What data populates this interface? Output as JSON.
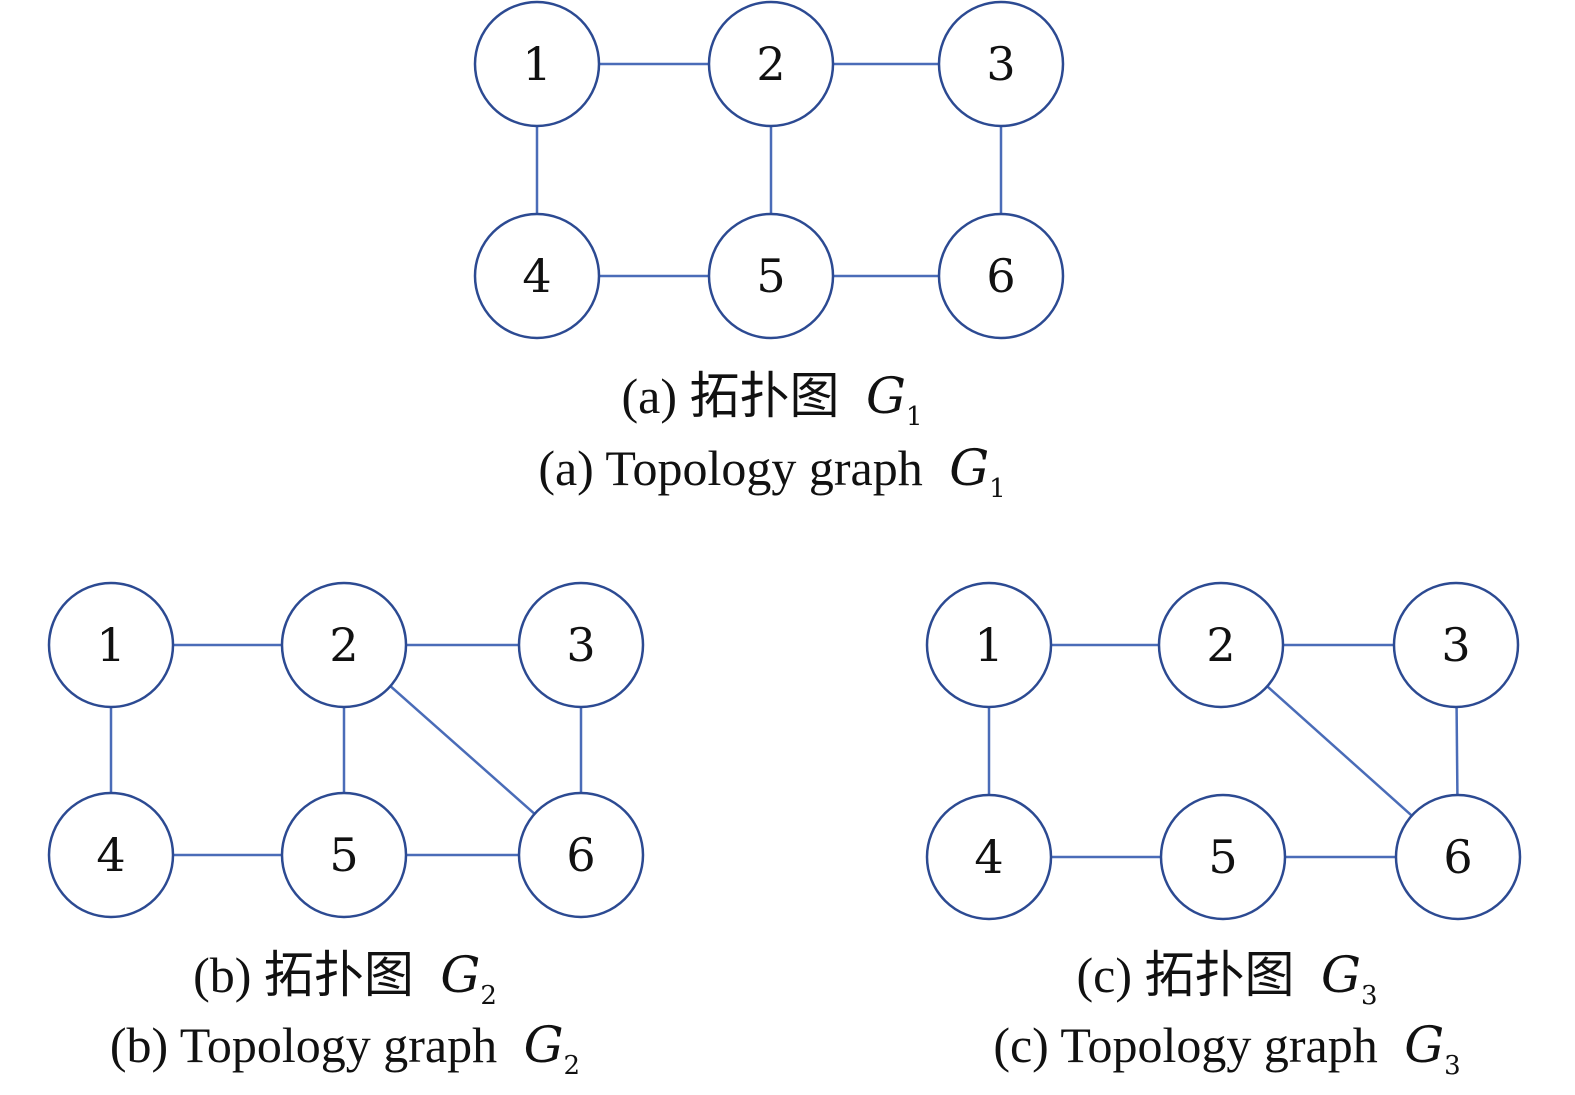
{
  "graphs": [
    {
      "id": "g1",
      "caption_cn": {
        "prefix": "(a) 拓扑图",
        "symbol": "G",
        "subscript": "1"
      },
      "caption_en": {
        "prefix": "(a) Topology graph",
        "symbol": "G",
        "subscript": "1"
      },
      "nodes": [
        {
          "id": 1,
          "label": "1"
        },
        {
          "id": 2,
          "label": "2"
        },
        {
          "id": 3,
          "label": "3"
        },
        {
          "id": 4,
          "label": "4"
        },
        {
          "id": 5,
          "label": "5"
        },
        {
          "id": 6,
          "label": "6"
        }
      ],
      "edges": [
        [
          1,
          2
        ],
        [
          2,
          3
        ],
        [
          1,
          4
        ],
        [
          2,
          5
        ],
        [
          3,
          6
        ],
        [
          4,
          5
        ],
        [
          5,
          6
        ]
      ]
    },
    {
      "id": "g2",
      "caption_cn": {
        "prefix": "(b) 拓扑图",
        "symbol": "G",
        "subscript": "2"
      },
      "caption_en": {
        "prefix": "(b) Topology graph",
        "symbol": "G",
        "subscript": "2"
      },
      "nodes": [
        {
          "id": 1,
          "label": "1"
        },
        {
          "id": 2,
          "label": "2"
        },
        {
          "id": 3,
          "label": "3"
        },
        {
          "id": 4,
          "label": "4"
        },
        {
          "id": 5,
          "label": "5"
        },
        {
          "id": 6,
          "label": "6"
        }
      ],
      "edges": [
        [
          1,
          2
        ],
        [
          2,
          3
        ],
        [
          1,
          4
        ],
        [
          2,
          5
        ],
        [
          2,
          6
        ],
        [
          3,
          6
        ],
        [
          4,
          5
        ],
        [
          5,
          6
        ]
      ]
    },
    {
      "id": "g3",
      "caption_cn": {
        "prefix": "(c) 拓扑图",
        "symbol": "G",
        "subscript": "3"
      },
      "caption_en": {
        "prefix": "(c) Topology graph",
        "symbol": "G",
        "subscript": "3"
      },
      "nodes": [
        {
          "id": 1,
          "label": "1"
        },
        {
          "id": 2,
          "label": "2"
        },
        {
          "id": 3,
          "label": "3"
        },
        {
          "id": 4,
          "label": "4"
        },
        {
          "id": 5,
          "label": "5"
        },
        {
          "id": 6,
          "label": "6"
        }
      ],
      "edges": [
        [
          1,
          2
        ],
        [
          2,
          3
        ],
        [
          1,
          4
        ],
        [
          2,
          6
        ],
        [
          3,
          6
        ],
        [
          4,
          5
        ],
        [
          5,
          6
        ]
      ]
    }
  ],
  "colors": {
    "edge": "#4a6cb8",
    "node_stroke": "#2c4a92",
    "node_fill": "#ffffff",
    "text": "#111111"
  }
}
